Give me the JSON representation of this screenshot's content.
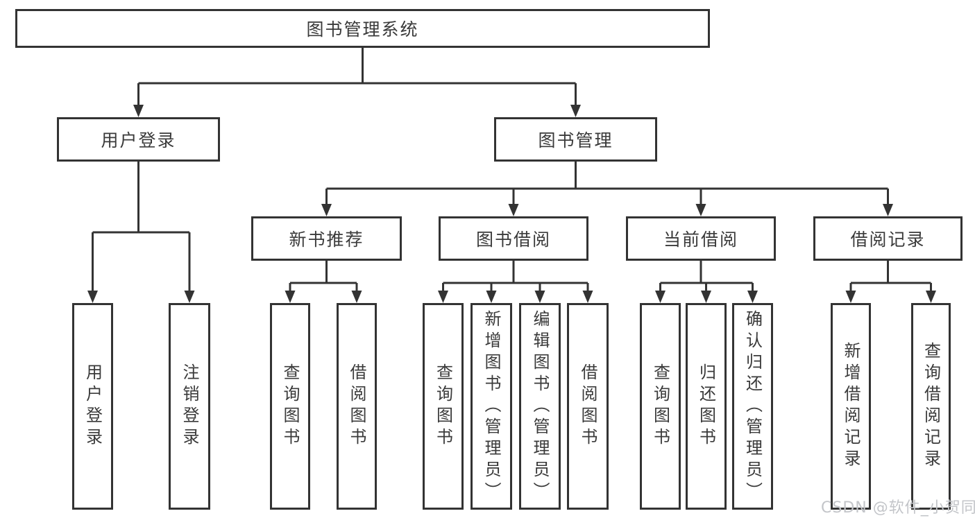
{
  "watermark": "CSDN @软件_小贺同学",
  "colors": {
    "line": "#333333",
    "text": "#3a3a3a",
    "watermark": "#c3c5c9",
    "background": "#ffffff"
  },
  "tree": {
    "root": {
      "label": "图书管理系统"
    },
    "children": [
      {
        "label": "用户登录",
        "children": [
          {
            "label": "用户登录"
          },
          {
            "label": "注销登录"
          }
        ]
      },
      {
        "label": "图书管理",
        "children": [
          {
            "label": "新书推荐",
            "children": [
              {
                "label": "查询图书"
              },
              {
                "label": "借阅图书"
              }
            ]
          },
          {
            "label": "图书借阅",
            "children": [
              {
                "label": "查询图书"
              },
              {
                "label": "新增图书（管理员）"
              },
              {
                "label": "编辑图书（管理员）"
              },
              {
                "label": "借阅图书"
              }
            ]
          },
          {
            "label": "当前借阅",
            "children": [
              {
                "label": "查询图书"
              },
              {
                "label": "归还图书"
              },
              {
                "label": "确认归还（管理员）"
              }
            ]
          },
          {
            "label": "借阅记录",
            "children": [
              {
                "label": "新增借阅记录"
              },
              {
                "label": "查询借阅记录"
              }
            ]
          }
        ]
      }
    ]
  }
}
